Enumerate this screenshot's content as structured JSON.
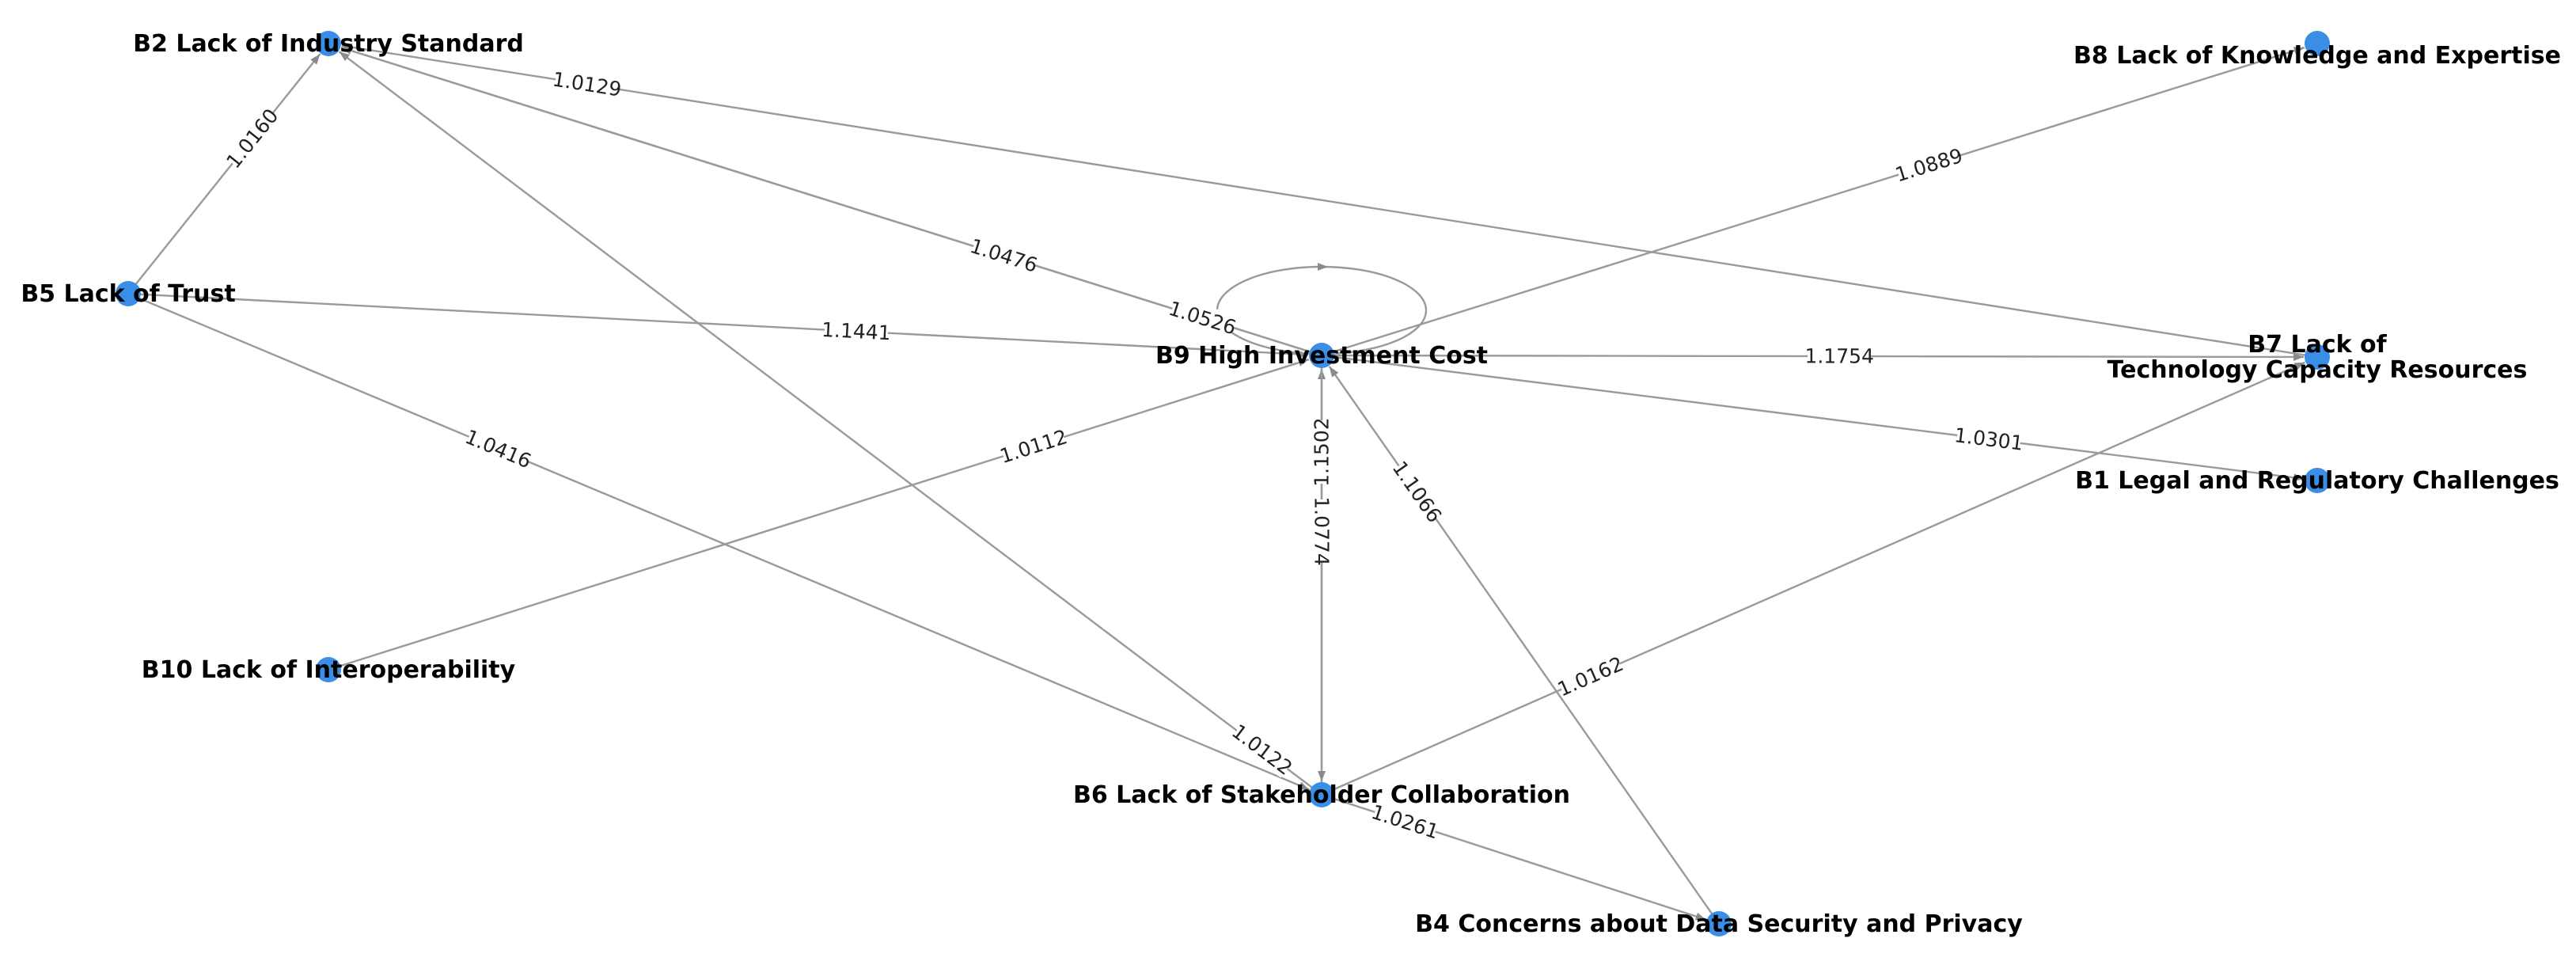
{
  "colors": {
    "node": "#3b8ee8",
    "edge": "#9a9a9a",
    "label": "#000000"
  },
  "nodes": [
    {
      "id": "B1",
      "label": "B1 Legal and Regulatory Challenges"
    },
    {
      "id": "B2",
      "label": "B2 Lack of Industry Standard"
    },
    {
      "id": "B4",
      "label": "B4 Concerns about Data Security and Privacy"
    },
    {
      "id": "B5",
      "label": "B5 Lack of Trust"
    },
    {
      "id": "B6",
      "label": "B6 Lack of Stakeholder Collaboration"
    },
    {
      "id": "B7",
      "label": "B7 Lack of\nTechnology Capacity Resources"
    },
    {
      "id": "B8",
      "label": "B8 Lack of Knowledge and Expertise"
    },
    {
      "id": "B9",
      "label": "B9 High Investment Cost"
    },
    {
      "id": "B10",
      "label": "B10 Lack of Interoperability"
    }
  ],
  "edges": [
    {
      "source": "B5",
      "target": "B2",
      "weight": "1.0160"
    },
    {
      "source": "B9",
      "target": "B2",
      "weight": "1.0526"
    },
    {
      "source": "B7",
      "target": "B2",
      "weight": "1.0129"
    },
    {
      "source": "B6",
      "target": "B2",
      "weight": "1.0122"
    },
    {
      "source": "B9",
      "target": "B2",
      "weight": "1.0476"
    },
    {
      "source": "B5",
      "target": "B9",
      "weight": "1.1441"
    },
    {
      "source": "B9",
      "target": "B8",
      "weight": "1.0889"
    },
    {
      "source": "B9",
      "target": "B7",
      "weight": "1.1754"
    },
    {
      "source": "B10",
      "target": "B9",
      "weight": "1.0112"
    },
    {
      "source": "B9",
      "target": "B1",
      "weight": "1.0301"
    },
    {
      "source": "B6",
      "target": "B9",
      "weight": "1.1502"
    },
    {
      "source": "B9",
      "target": "B6",
      "weight": "1.0774"
    },
    {
      "source": "B4",
      "target": "B9",
      "weight": "1.1066"
    },
    {
      "source": "B5",
      "target": "B6",
      "weight": "1.0416"
    },
    {
      "source": "B6",
      "target": "B7",
      "weight": "1.0162"
    },
    {
      "source": "B6",
      "target": "B4",
      "weight": "1.0261"
    },
    {
      "source": "B9",
      "target": "B9",
      "weight": ""
    }
  ]
}
